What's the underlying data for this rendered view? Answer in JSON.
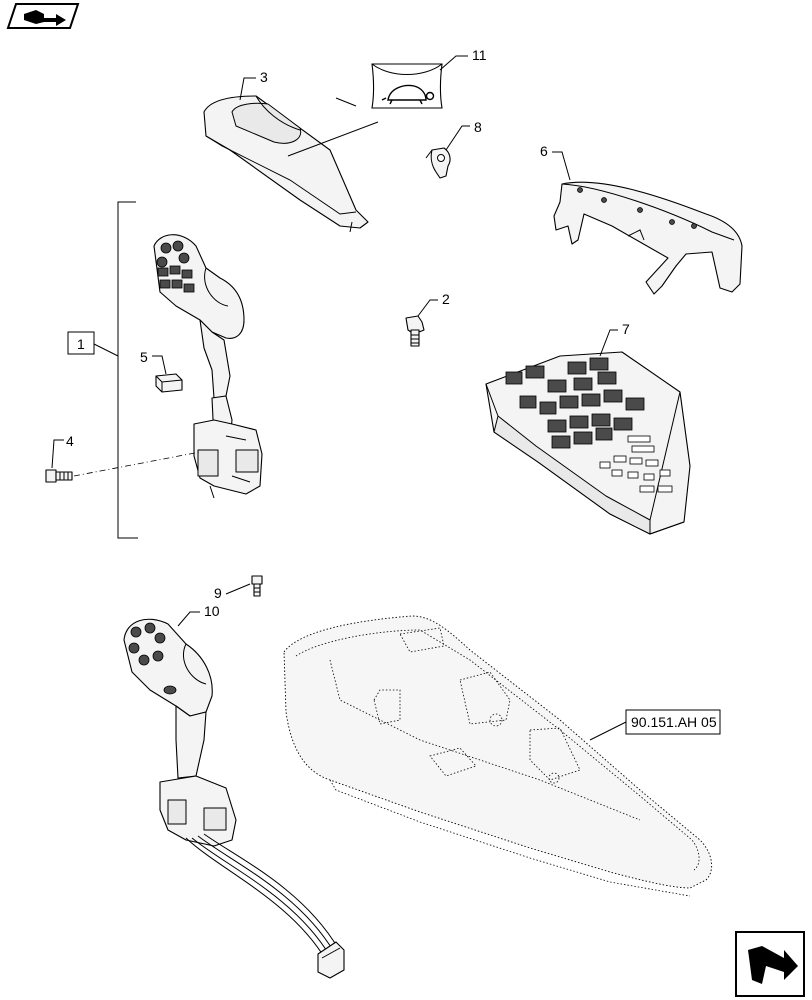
{
  "callouts": [
    {
      "id": "c1",
      "text": "1"
    },
    {
      "id": "c2",
      "text": "2"
    },
    {
      "id": "c3",
      "text": "3"
    },
    {
      "id": "c4",
      "text": "4"
    },
    {
      "id": "c5",
      "text": "5"
    },
    {
      "id": "c6",
      "text": "6"
    },
    {
      "id": "c7",
      "text": "7"
    },
    {
      "id": "c8",
      "text": "8"
    },
    {
      "id": "c9",
      "text": "9"
    },
    {
      "id": "c10",
      "text": "10"
    },
    {
      "id": "c11",
      "text": "11"
    }
  ],
  "reference": {
    "text": "90.151.AH 05"
  },
  "icons": {
    "top_left": "book-arrow-icon",
    "bottom_right": "next-page-arrow-icon",
    "decal": "turtle-slow-icon"
  }
}
